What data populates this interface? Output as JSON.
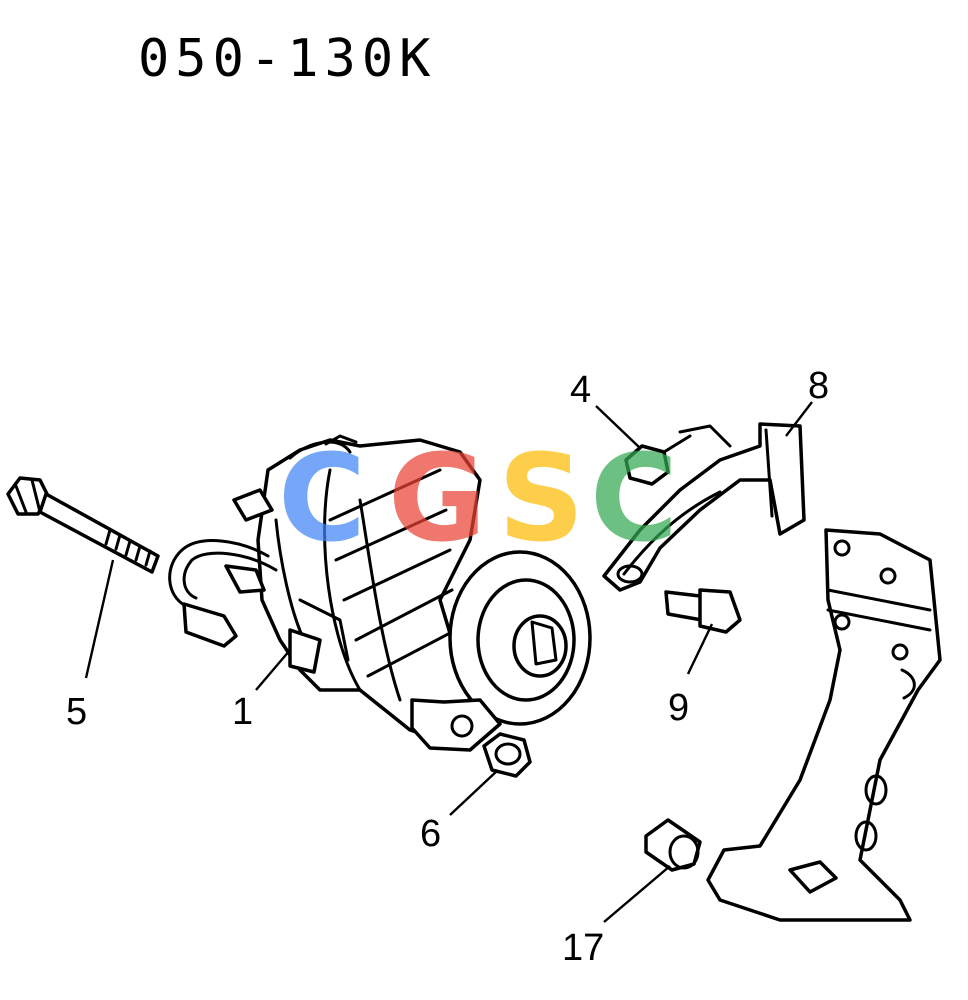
{
  "title": "050-130K",
  "watermark": {
    "letters": [
      "C",
      "G",
      "S",
      "C"
    ],
    "colors": [
      "#4285F4",
      "#EA4335",
      "#FBBC05",
      "#34A853"
    ]
  },
  "callouts": {
    "compressor": "1",
    "nut_top": "4",
    "long_bolt": "5",
    "nut_bottom": "6",
    "upper_bracket": "8",
    "bracket_bolt": "9",
    "spacer": "17"
  }
}
